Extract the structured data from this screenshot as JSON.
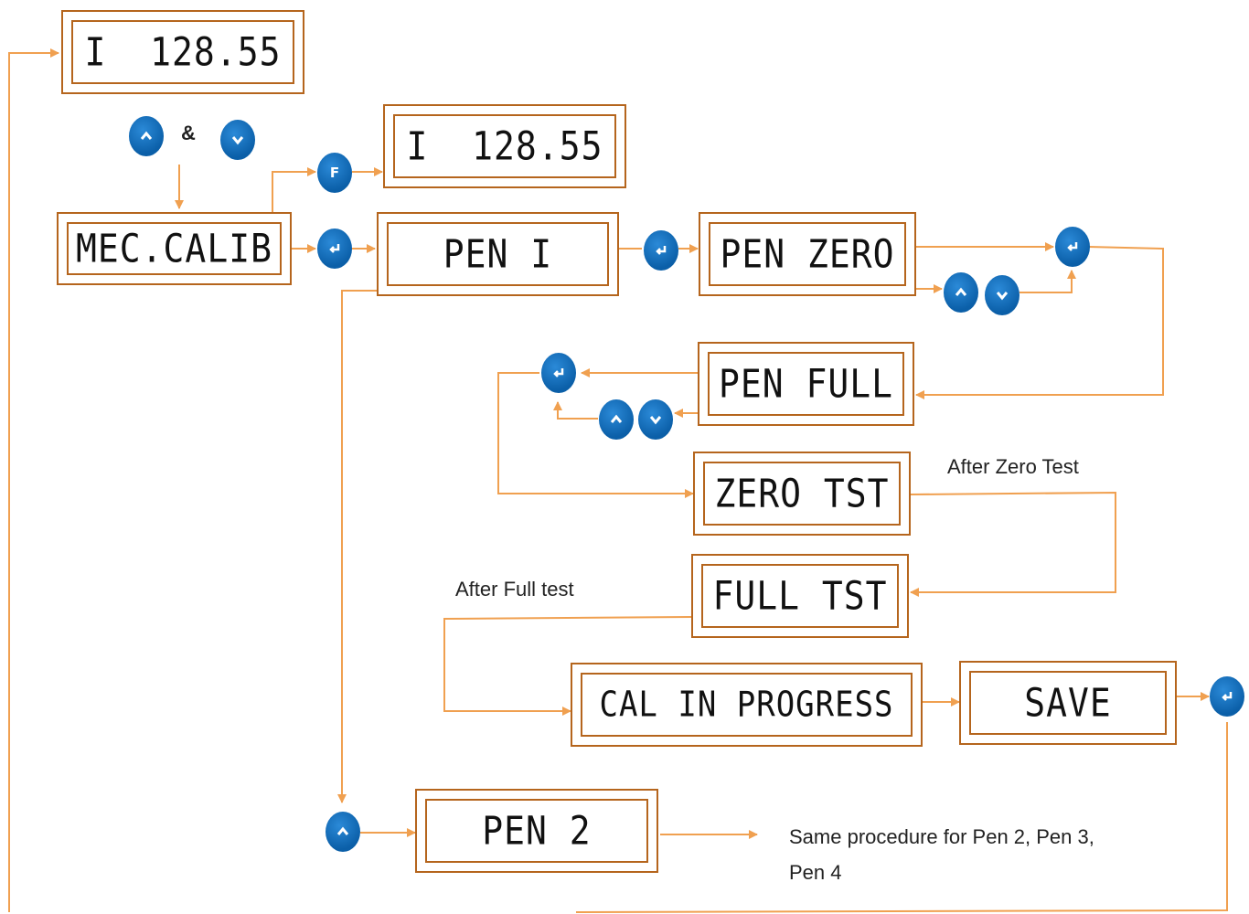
{
  "displays": {
    "top_reading": "I  128.55",
    "f_reading": "I  128.55",
    "mec_calib": "MEC.CALIB",
    "pen1": "PEN I",
    "pen_zero": "PEN ZERO",
    "pen_full": "PEN FULL",
    "zero_tst": "ZERO TST",
    "full_tst": "FULL TST",
    "cal_in_progress": "CAL IN PROGRESS",
    "save": "SAVE",
    "pen2": "PEN 2"
  },
  "buttons": {
    "f_label": "F",
    "and_symbol": "&"
  },
  "labels": {
    "after_zero_test": "After Zero Test",
    "after_full_test": "After Full test",
    "same_procedure": "Same procedure for Pen 2, Pen 3,",
    "same_procedure_line2": "Pen 4"
  },
  "colors": {
    "arrow": "#f0a050",
    "box_border": "#b5651d",
    "button": "#0b5fa8"
  }
}
